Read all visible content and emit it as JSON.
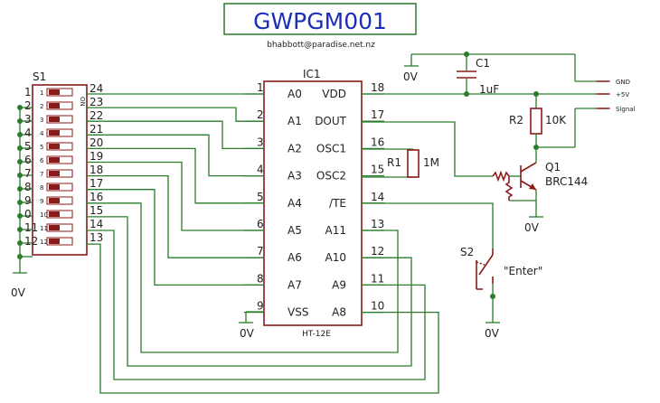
{
  "title": "GWPGM001",
  "author": "bhabbott@paradise.net.nz",
  "switch": {
    "ref": "S1",
    "on_label": "ON",
    "pos_left": [
      "1",
      "2",
      "3",
      "4",
      "5",
      "6",
      "7",
      "8",
      "9",
      "0",
      "11",
      "12"
    ],
    "pos_right": [
      "24",
      "23",
      "22",
      "21",
      "20",
      "19",
      "18",
      "17",
      "16",
      "15",
      "14",
      "13"
    ],
    "inner": [
      "1",
      "2",
      "3",
      "4",
      "5",
      "6",
      "7",
      "8",
      "9",
      "10",
      "11",
      "12"
    ]
  },
  "ic": {
    "ref": "IC1",
    "part": "HT-12E",
    "left_pins": [
      {
        "num": "1",
        "name": "A0"
      },
      {
        "num": "2",
        "name": "A1"
      },
      {
        "num": "3",
        "name": "A2"
      },
      {
        "num": "4",
        "name": "A3"
      },
      {
        "num": "5",
        "name": "A4"
      },
      {
        "num": "6",
        "name": "A5"
      },
      {
        "num": "7",
        "name": "A6"
      },
      {
        "num": "8",
        "name": "A7"
      },
      {
        "num": "9",
        "name": "VSS"
      }
    ],
    "right_pins": [
      {
        "num": "18",
        "name": "VDD"
      },
      {
        "num": "17",
        "name": "DOUT"
      },
      {
        "num": "16",
        "name": "OSC1"
      },
      {
        "num": "15",
        "name": "OSC2"
      },
      {
        "num": "14",
        "name": "/TE"
      },
      {
        "num": "13",
        "name": "A11"
      },
      {
        "num": "12",
        "name": "A10"
      },
      {
        "num": "11",
        "name": "A9"
      },
      {
        "num": "10",
        "name": "A8"
      }
    ]
  },
  "c1": {
    "ref": "C1",
    "value": "1uF"
  },
  "r1": {
    "ref": "R1",
    "value": "1M"
  },
  "r2": {
    "ref": "R2",
    "value": "10K"
  },
  "q1": {
    "ref": "Q1",
    "part": "BRC144"
  },
  "s2": {
    "ref": "S2",
    "label": "\"Enter\""
  },
  "connector": [
    "GND",
    "+5V",
    "Signal"
  ],
  "ground_label": "0V",
  "colors": {
    "wire": "#2a7d2a",
    "part": "#8b1a1a",
    "title": "#1a2fb5"
  }
}
